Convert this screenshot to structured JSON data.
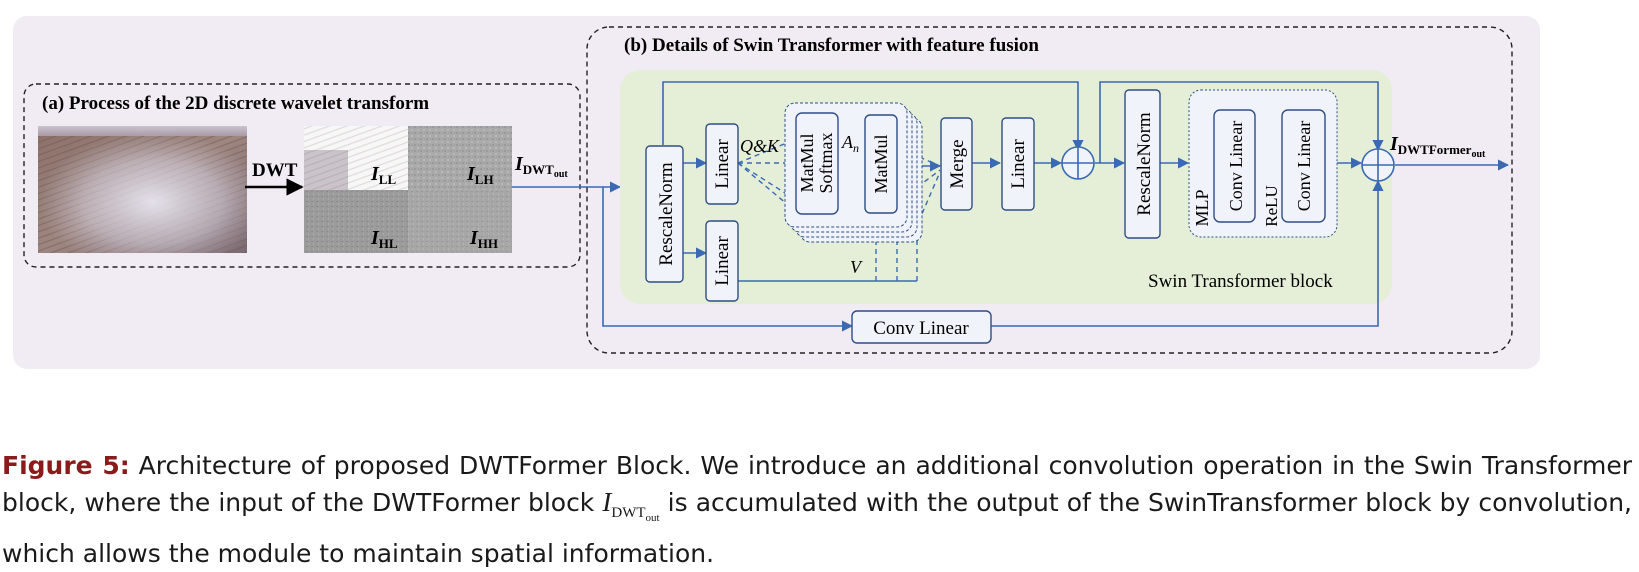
{
  "panel_a": {
    "title": "(a) Process of the 2D discrete wavelet transform",
    "dwt_label": "DWT",
    "subbands": {
      "ll": {
        "main": "I",
        "sub": "LL"
      },
      "lh": {
        "main": "I",
        "sub": "LH"
      },
      "hl": {
        "main": "I",
        "sub": "HL"
      },
      "hh": {
        "main": "I",
        "sub": "HH"
      }
    },
    "output": {
      "main": "I",
      "sub": "DWT",
      "subsub": "out"
    }
  },
  "panel_b": {
    "title": "(b) Details of Swin Transformer with feature fusion",
    "block_label": "Swin Transformer block",
    "rescalenorm_1": "RescaleNorm",
    "linear_qk": "Linear",
    "linear_v": "Linear",
    "qk_label": "Q&K",
    "matmul_1": "MatMul",
    "softmax": "Softmax",
    "an": {
      "main": "A",
      "sub": "n"
    },
    "matmul_2": "MatMul",
    "v_label": "V",
    "merge": "Merge",
    "linear_out": "Linear",
    "rescalenorm_2": "RescaleNorm",
    "mlp_label": "MLP",
    "conv_linear_1": "Conv Linear",
    "relu": "ReLU",
    "conv_linear_2": "Conv Linear",
    "conv_linear_bottom": "Conv Linear",
    "output": {
      "main": "I",
      "sub": "DWTFormer",
      "subsub": "out"
    }
  },
  "caption": {
    "label": "Figure 5:",
    "text_1": " Architecture of proposed DWTFormer Block. We introduce an additional convolution operation in the Swin Transformer block, where the input of the DWTFormer block ",
    "math": {
      "main": "I",
      "sub": "DWT",
      "subsub": "out"
    },
    "text_2": " is accumulated with the output of the SwinTransformer block by convolution, which allows the module to maintain spatial information."
  },
  "colors": {
    "outer_background": "#f1ebf3",
    "swin_block_background": "#e5efd7",
    "box_fill": "#f0f4fa",
    "line_blue": "#3a6ab4",
    "box_stroke": "#2f4d87",
    "caption_label": "#8b1a1a"
  }
}
